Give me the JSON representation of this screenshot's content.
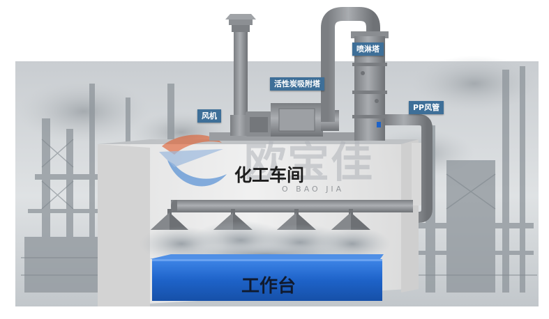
{
  "labels": {
    "fan": "风机",
    "carbon_tower": "活性炭吸附塔",
    "spray_tower": "喷淋塔",
    "pp_duct": "PP风管"
  },
  "workshop": {
    "title": "化工车间"
  },
  "workbench": {
    "title": "工作台"
  },
  "watermark": {
    "text": "欧宝佳",
    "sub": "O BAO JIA"
  },
  "colors": {
    "label_bg": "#3e6f98",
    "equipment": "#8d9094",
    "workbench": "#1e63c9",
    "room_wall": "#e9e9e9"
  },
  "icons": [
    "chimney-cap-icon",
    "logo-mark-icon",
    "hood-icon"
  ]
}
